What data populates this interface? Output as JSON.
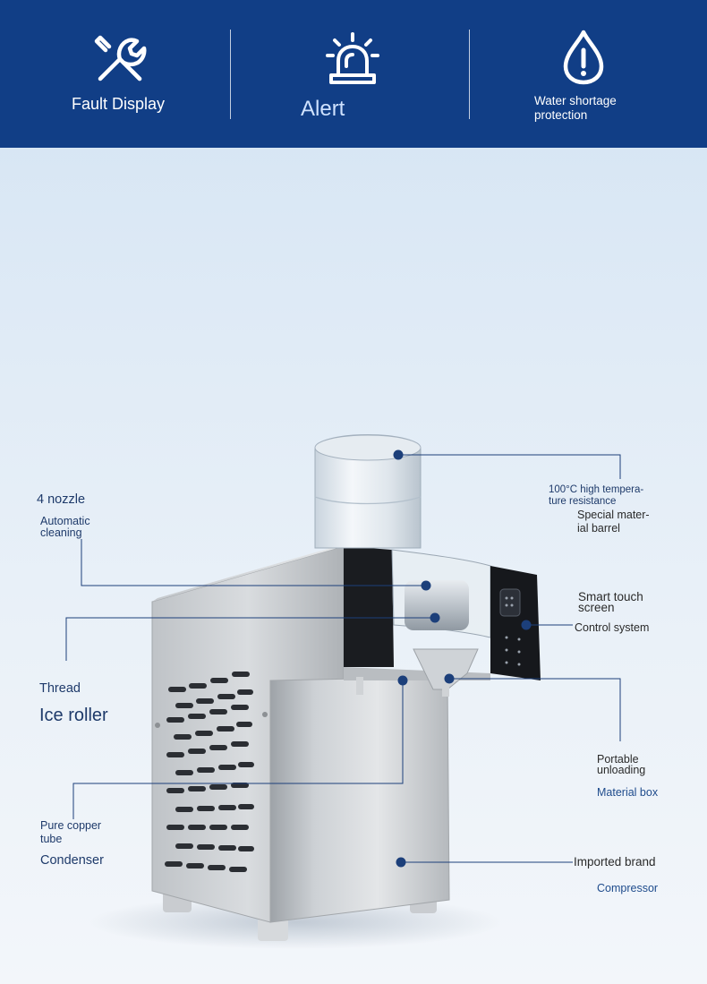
{
  "banner": {
    "color": "#113e86",
    "features": [
      {
        "icon": "wrench-screwdriver-icon",
        "label": "Fault Display"
      },
      {
        "icon": "alarm-light-icon",
        "label": "Alert"
      },
      {
        "icon": "water-drop-exclamation-icon",
        "label_lines": [
          "Water shortage",
          "protection"
        ]
      }
    ]
  },
  "callouts": {
    "nozzle": {
      "title": "4 nozzle",
      "lines": [
        "Automatic",
        "cleaning"
      ]
    },
    "roller": {
      "title": "Thread",
      "subtitle": "Ice roller"
    },
    "condenser": {
      "lines": [
        "Pure copper",
        "tube"
      ],
      "title": "Condenser"
    },
    "barrel": {
      "lines": [
        "100°C high tempera-",
        "ture resistance"
      ],
      "title_lines": [
        "Special mater-",
        "ial barrel"
      ]
    },
    "screen": {
      "title_lines": [
        "Smart touch",
        "screen"
      ],
      "subtitle": "Control system"
    },
    "box": {
      "title_lines": [
        "Portable",
        "unloading"
      ],
      "subtitle": "Material box"
    },
    "compressor": {
      "title": "Imported brand",
      "subtitle": "Compressor"
    }
  },
  "colors": {
    "leader": "#1c3f7a",
    "dot": "#1c3f7a",
    "label": "#1e3a6a"
  }
}
